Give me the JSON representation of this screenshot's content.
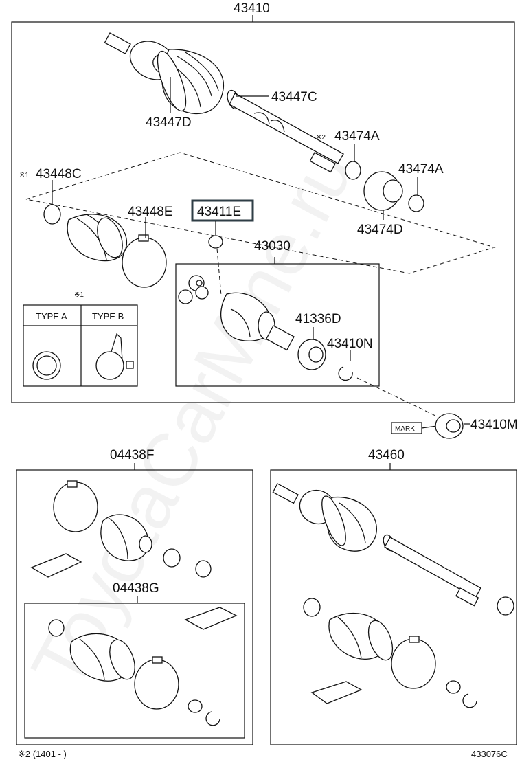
{
  "watermark": "ToyotaCarMine.ru",
  "callouts": {
    "assy_top": "43410",
    "boot_clamp_small": "43447C",
    "boot_outer": "43447D",
    "clamp_a_ref": "※2",
    "clamp_a": "43474A",
    "clamp_b": "43474A",
    "damper": "43474D",
    "clamp_c_ref": "※1",
    "clamp_c": "43448C",
    "boot_inner_band": "43448E",
    "snap_ring_highlight": "43411E",
    "inner_joint": "43030",
    "dust_seal": "41336D",
    "snap_ring": "43410N",
    "mark_part": "43410M",
    "kit_left": "04438F",
    "kit_left_inner": "04438G",
    "assy_right": "43460"
  },
  "type_table": {
    "ref": "※1",
    "type_a": "TYPE A",
    "type_b": "TYPE B"
  },
  "mark_label": "MARK",
  "footer": {
    "note": "※2 (1401 -          )",
    "code": "433076C"
  }
}
